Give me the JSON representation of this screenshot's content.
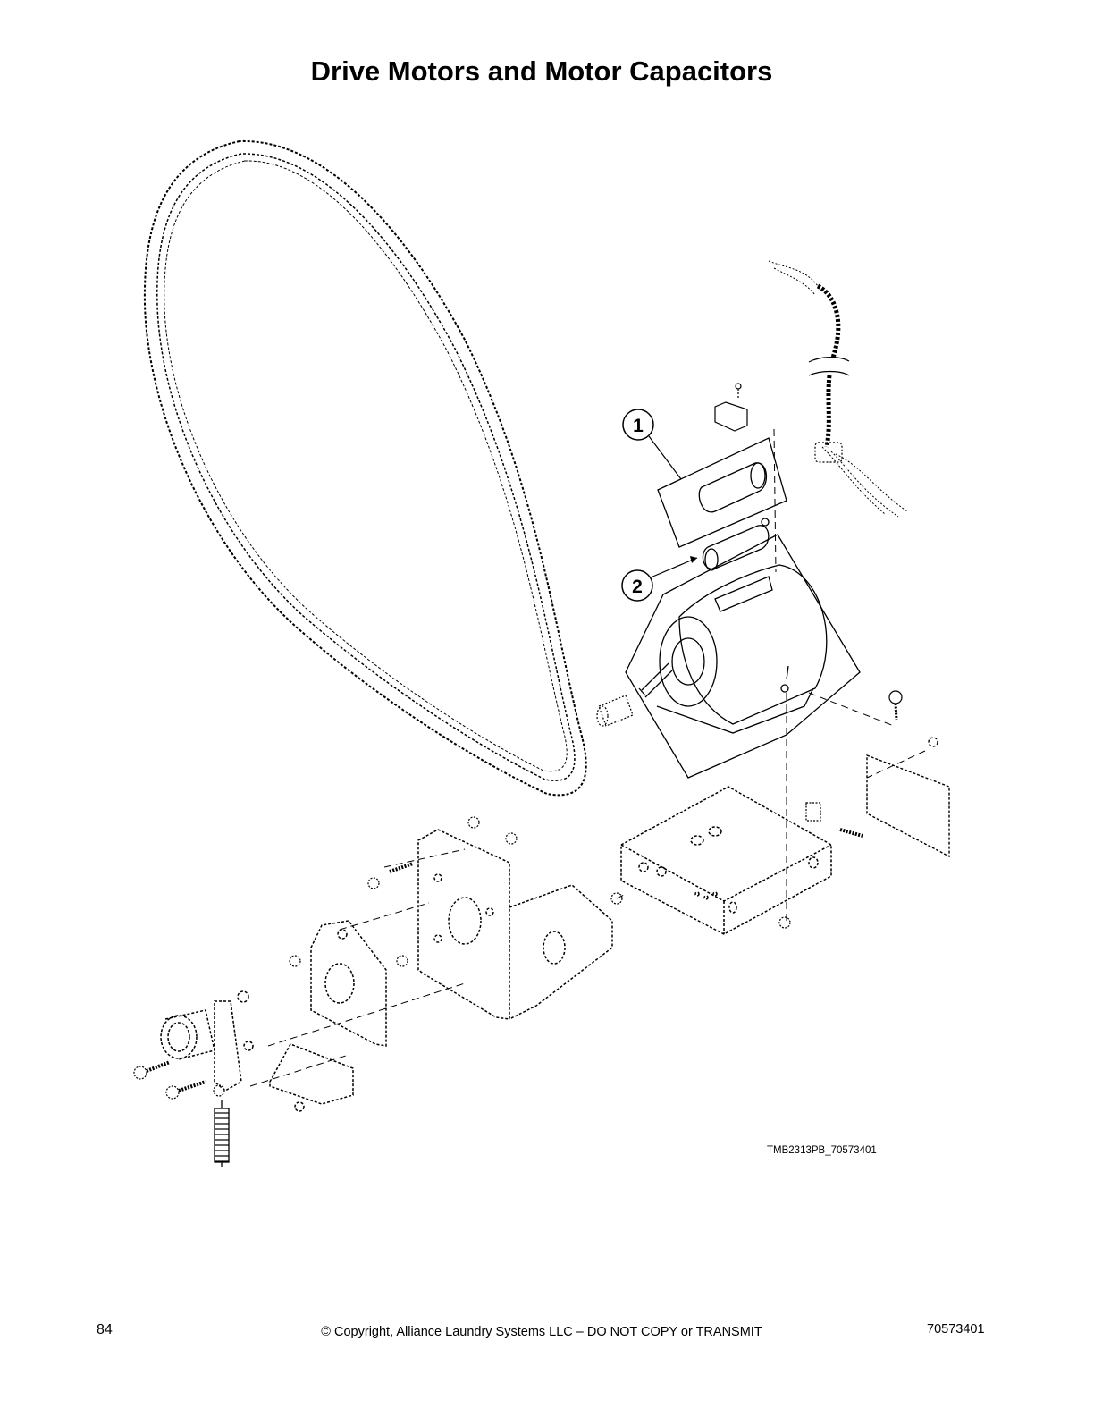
{
  "page": {
    "title": "Drive Motors and Motor Capacitors",
    "figure_ref": "TMB2313PB_70573401",
    "page_number": "84",
    "copyright": "© Copyright, Alliance Laundry Systems LLC – DO NOT COPY or TRANSMIT",
    "doc_number": "70573401"
  },
  "callouts": [
    {
      "label": "1"
    },
    {
      "label": "2"
    }
  ]
}
